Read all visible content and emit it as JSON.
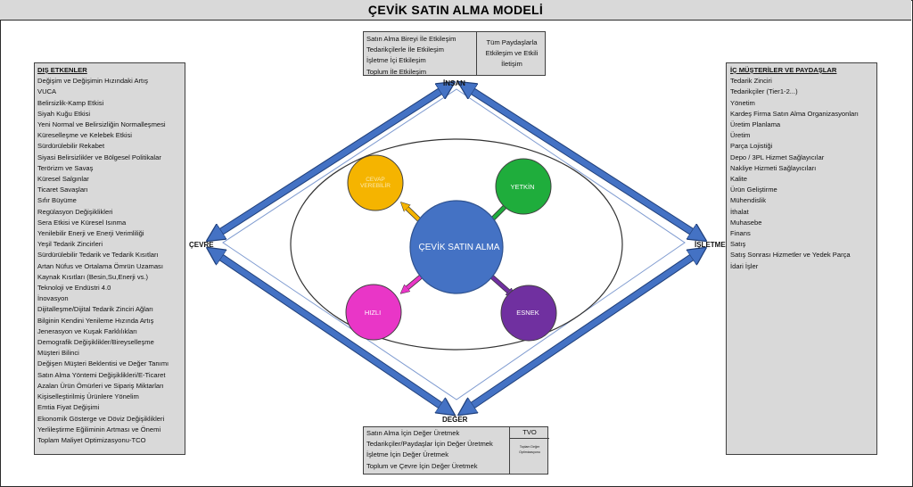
{
  "title": "ÇEVİK SATIN ALMA MODELİ",
  "nodes": {
    "top": "İNSAN",
    "bottom": "DEĞER",
    "left": "ÇEVRE",
    "right": "İŞLETME"
  },
  "center": {
    "label": "ÇEVİK SATIN ALMA",
    "color": "#4472c4"
  },
  "satellites": [
    {
      "label": "CEVAP VEREBİLİR",
      "color": "#f5b400",
      "arrow_color": "#f5b400"
    },
    {
      "label": "YETKİN",
      "color": "#1fad3c",
      "arrow_color": "#1fad3c"
    },
    {
      "label": "HIZLI",
      "color": "#e936c7",
      "arrow_color": "#e936c7"
    },
    {
      "label": "ESNEK",
      "color": "#7030a0",
      "arrow_color": "#7030a0"
    }
  ],
  "top_box": {
    "items": [
      "Satın Alma Bireyi İle Etkileşim",
      "Tedarikçilerle İle Etkileşim",
      "İşletme İçi Etkileşim",
      "Toplum İle Etkileşim"
    ],
    "side_note": "Tüm Paydaşlarla Etkileşim ve Etkili İletişim"
  },
  "bottom_box": {
    "items": [
      "Satın Alma İçin Değer Üretmek",
      "Tedarikçiler/Paydaşlar İçin Değer Üretmek",
      "İşletme İçin Değer Üretmek",
      "Toplum ve Çevre İçin Değer Üretmek"
    ],
    "tag": "TVO",
    "tag_note": "Toplam Değer Optimizasyonu"
  },
  "left_box": {
    "header": "DIŞ ETKENLER",
    "items": [
      "Değişim ve Değişimin Hızındaki Artış",
      "VUCA",
      "Belirsizlik-Kamp Etkisi",
      "Siyah Kuğu Etkisi",
      "Yeni Normal ve Belirsizliğin Normalleşmesi",
      "Küreselleşme ve Kelebek Etkisi",
      "Sürdürülebilir Rekabet",
      "Siyasi Belirsizlikler ve Bölgesel Politikalar",
      "Terörizm ve Savaş",
      "Küresel Salgınlar",
      "Ticaret Savaşları",
      "Sıfır Büyüme",
      "Regülasyon Değişiklikleri",
      "Sera Etkisi ve Küresel Isınma",
      "Yenilebilir Enerji ve Enerji Verimliliği",
      "Yeşil Tedarik Zincirleri",
      "Sürdürülebilir Tedarik ve Tedarik Kısıtları",
      "Artan Nüfus ve Ortalama Ömrün Uzaması",
      "Kaynak Kısıtları (Besin,Su,Enerji vs.)",
      "Teknoloji ve Endüstri 4.0",
      "İnovasyon",
      "Dijitalleşme/Dijital Tedarik Zinciri Ağları",
      "Bilginin Kendini Yenileme Hızında Artış",
      "Jenerasyon ve Kuşak Farklılıkları",
      "Demografik Değişiklikler/Bireyselleşme",
      "Müşteri Bilinci",
      "Değişen Müşteri Beklentisi ve Değer Tanımı",
      "Satın Alma Yöntemi Değişiklikleri/E-Ticaret",
      "Azalan Ürün Ömürleri ve Sipariş Miktarları",
      "Kişiselleştirilmiş Ürünlere Yönelim",
      "Emtia Fiyat Değişimi",
      "Ekonomik Gösterge ve Döviz Değişiklikleri",
      "Yerlileştirme Eğiliminin Artması ve Önemi",
      "Toplam Maliyet Optimizasyonu-TCO"
    ]
  },
  "right_box": {
    "header": "İÇ MÜŞTERİLER VE PAYDAŞLAR",
    "items": [
      "Tedarik Zinciri",
      "Tedarikçiler (Tier1-2...)",
      "Yönetim",
      "Kardeş Firma Satın Alma Organizasyonları",
      "Üretim Planlama",
      "Üretim",
      "Parça Lojistiği",
      "Depo / 3PL Hizmet Sağlayıcılar",
      "Nakliye Hizmeti Sağlayıcıları",
      "Kalite",
      "Ürün Geliştirme",
      "Mühendislik",
      "İthalat",
      "Muhasebe",
      "Finans",
      "Satış",
      "Satış Sonrası Hizmetler ve Yedek Parça",
      "İdari İşler"
    ]
  },
  "colors": {
    "arrow_blue": "#4472c4",
    "box_fill": "#d9d9d9",
    "diamond_line": "#7f9bd0"
  }
}
